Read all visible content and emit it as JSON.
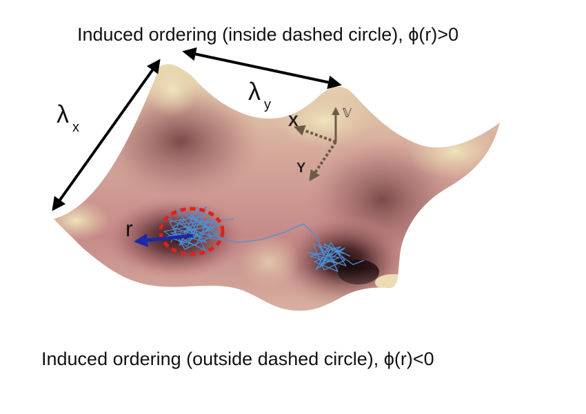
{
  "captions": {
    "top": "Induced ordering (inside dashed circle), ϕ(r)>0",
    "bottom": "Induced ordering (outside dashed circle), ϕ(r)<0"
  },
  "labels": {
    "lambda_x_symbol": "λ",
    "lambda_x_sub": "x",
    "lambda_y_symbol": "λ",
    "lambda_y_sub": "y",
    "axis_x": "X",
    "axis_y": "Y",
    "axis_v": "𝕍",
    "r": "r"
  },
  "colors": {
    "surface_light": "#ece1b8",
    "surface_mid": "#c98f8b",
    "surface_dark": "#2a1416",
    "trajectory": "#4a90d9",
    "dashed_circle": "#e0201a",
    "r_arrow": "#1a2aa8",
    "axis_arrows": "#6b5a4a",
    "dimension_arrows": "#000000"
  }
}
